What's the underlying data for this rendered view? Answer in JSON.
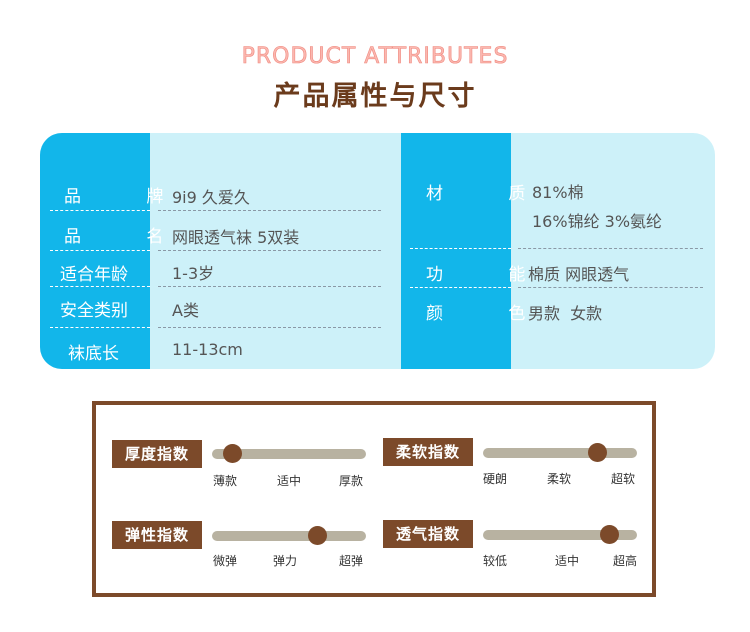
{
  "header": {
    "title_en": "PRODUCT ATTRIBUTES",
    "title_cn": "产品属性与尺寸"
  },
  "attributes": {
    "left": [
      {
        "label": "品 牌",
        "value": "9i9 久爱久"
      },
      {
        "label": "品 名",
        "value": "网眼透气袜 5双装"
      },
      {
        "label": "适合年龄",
        "value": "1-3岁"
      },
      {
        "label": "安全类别",
        "value": "A类"
      },
      {
        "label": "袜底长",
        "value": "11-13cm"
      }
    ],
    "right": [
      {
        "label": "材 质",
        "value_line1": "81%棉",
        "value_line2": "16%锦纶 3%氨纶"
      },
      {
        "label": "功 能",
        "value": "棉质 网眼透气"
      },
      {
        "label": "颜 色",
        "value": "男款  女款"
      }
    ]
  },
  "scales": [
    {
      "label": "厚度指数",
      "ticks": [
        "薄款",
        "适中",
        "厚款"
      ],
      "level": 0.13
    },
    {
      "label": "柔软指数",
      "ticks": [
        "硬朗",
        "柔软",
        "超软"
      ],
      "level": 0.74
    },
    {
      "label": "弹性指数",
      "ticks": [
        "微弹",
        "弹力",
        "超弹"
      ],
      "level": 0.68
    },
    {
      "label": "透气指数",
      "ticks": [
        "较低",
        "适中",
        "超高"
      ],
      "level": 0.82
    }
  ],
  "colors": {
    "accent_blue": "#12b6ea",
    "panel_light_blue": "#cdf1f9",
    "brown": "#7c4a2a",
    "title_pink": "#fbb8b0"
  }
}
